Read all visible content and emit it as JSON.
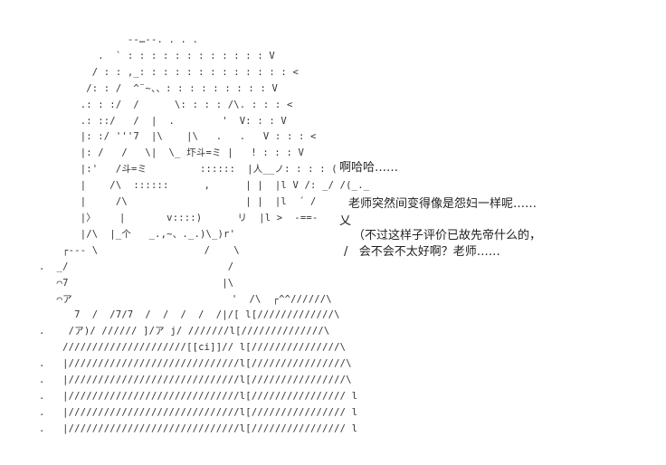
{
  "art": {
    "lines": [
      "                 -‐…‐-. . . .",
      "            .  ` : : : : : : : : : : : : V",
      "           / : : ,_: : : : : : : : : : : : : <",
      "          /: : /  ^¨~、、: : : : : : : : : V",
      "         .: : :/  /      \\: : : : /\\. : : : <",
      "         .: ::/   /  |  .        '  V: : : V",
      "         |: :/ '''7  |\\    |\\   .   .   V : : : <",
      "         |: /   /   \\|  \\_ 圷斗=ミ |   ! : : : V",
      "         |:'   /斗=ミ         ::::::  |人__ノ: : : : (",
      "         |    /\\  ::::::      ,      | |  |l V /: _/ /(_._",
      "         |     /\\                    | |  |l  ´ /",
      "         |〉    |       v::::)      リ  |l >  ‐==‐",
      "         |/\\  |_个   _.,~、._.)\\_)r'",
      "      ┌‐‐‐ \\                  /    \\",
      "  .  _/                           /",
      "     ⌒7                          |\\",
      "     ⌒ア                           '  /\\  ┌^^//////\\",
      "        7  /  /7/7  /  /  /  /  /|/[ l[/////////////\\",
      "  .    /ア)/ ////// ]/ア j/ ///////l[//////////////\\",
      "      /////////////////////[[ci]]// l[///////////////\\",
      "  .   |/////////////////////////////l[////////////////\\",
      "  .   |/////////////////////////////l[////////////////\\",
      "  .   |/////////////////////////////l[//////////////// l",
      "  .   |/////////////////////////////l[//////////////// l",
      "  .   |/////////////////////////////l[//////////////// l"
    ]
  },
  "dialogue": {
    "line_1": "啊哈哈……",
    "line_2": "老师突然间变得像是怨妇一样呢……",
    "line_3": "乂",
    "line_4": "（不过这样子评价已故先帝什么的，",
    "line_5": "/   会不会不太好啊？老师……"
  }
}
